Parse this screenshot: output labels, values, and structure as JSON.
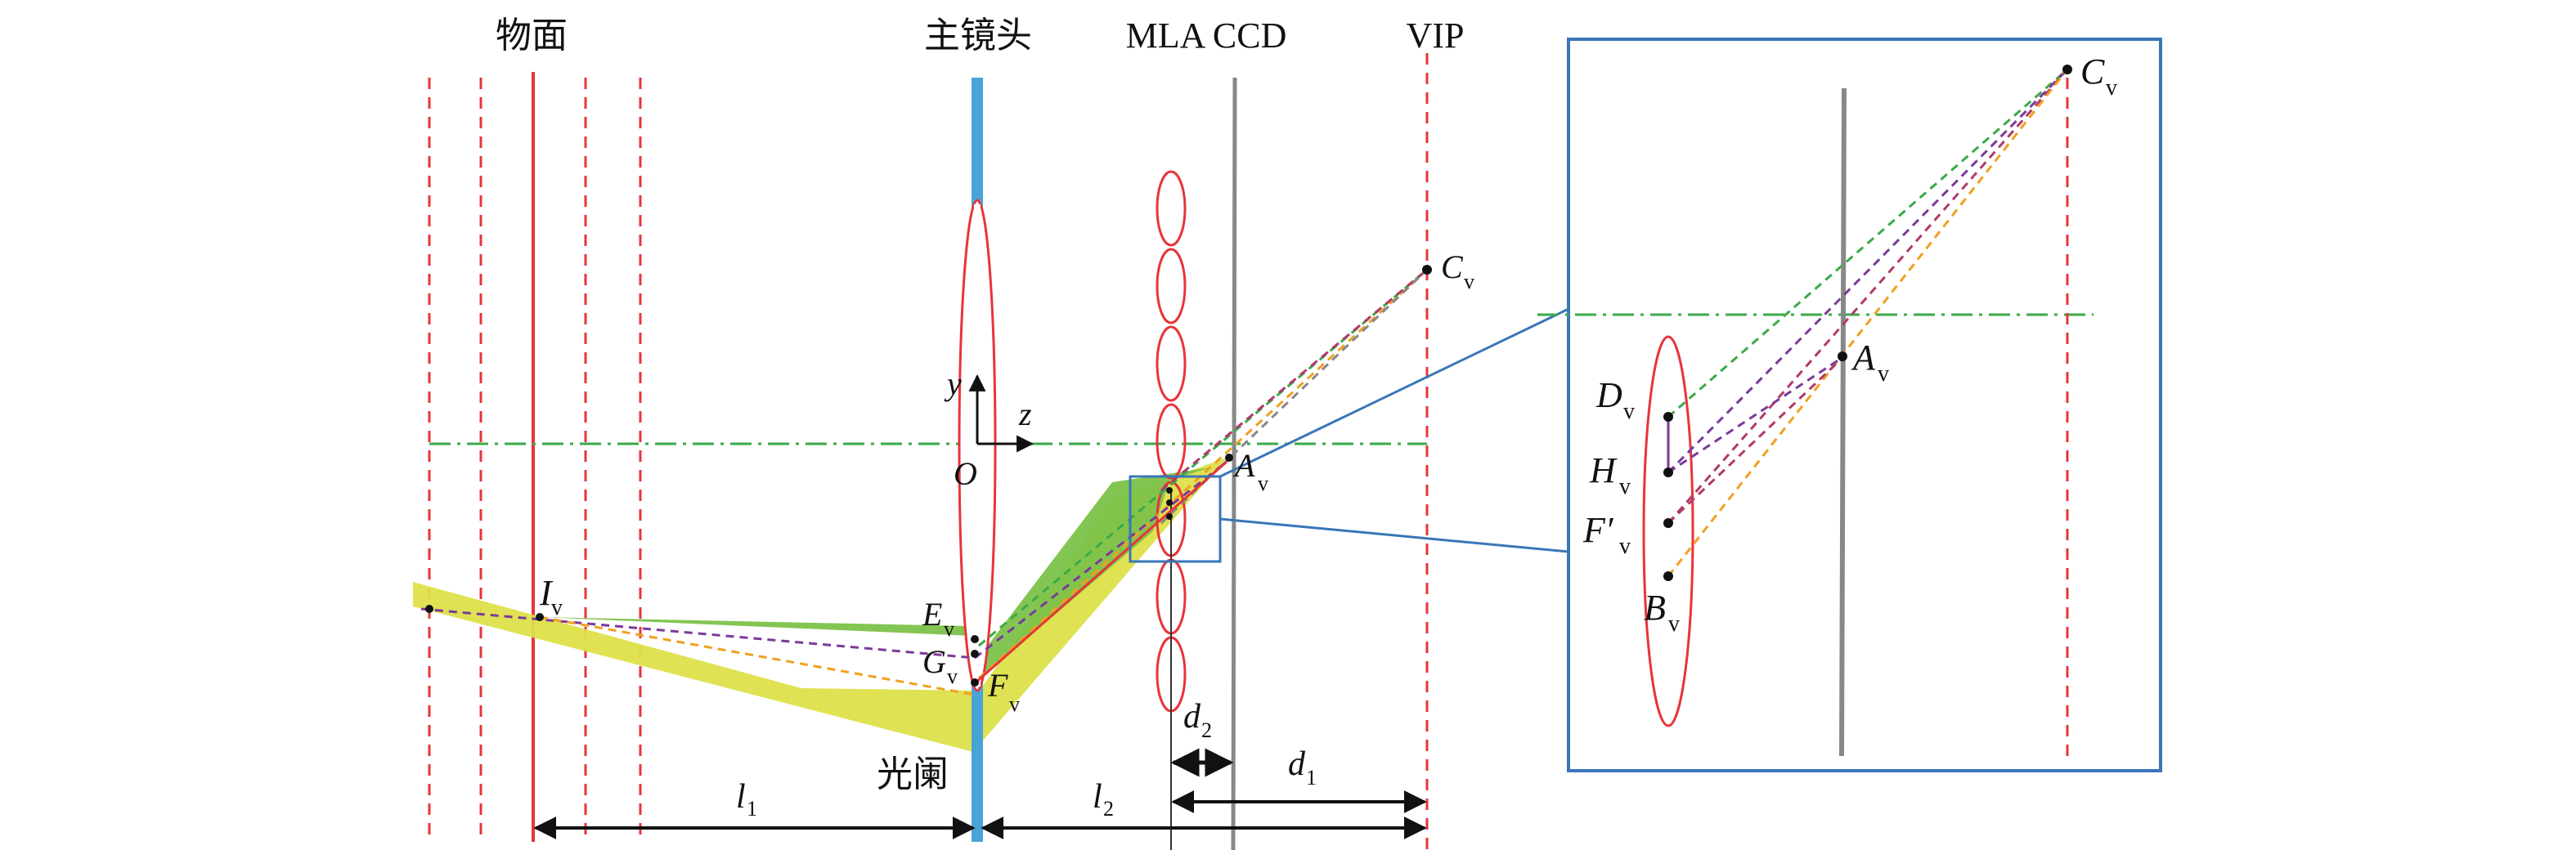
{
  "labels": {
    "object_plane": "物面",
    "main_lens": "主镜头",
    "mla_ccd": "MLA CCD",
    "vip": "VIP",
    "aperture": "光阑",
    "origin": "O",
    "axis_y": "y",
    "axis_z": "z",
    "l1": "l",
    "l1_sub": "1",
    "l2": "l",
    "l2_sub": "2",
    "d1": "d",
    "d1_sub": "1",
    "d2": "d",
    "d2_sub": "2"
  },
  "points": {
    "Iv": "I",
    "Iv_sub": "v",
    "Ev": "E",
    "Ev_sub": "v",
    "Gv": "G",
    "Gv_sub": "v",
    "Fv": "F",
    "Fv_sub": "v",
    "Av": "A",
    "Av_sub": "v",
    "Cv": "C",
    "Cv_sub": "v"
  },
  "inset": {
    "Cv": "C",
    "Cv_sub": "v",
    "Av": "A",
    "Av_sub": "v",
    "Dv": "D",
    "Dv_sub": "v",
    "Hv": "H",
    "Hv_sub": "v",
    "Fpv": "F′",
    "Fpv_sub": "v",
    "Bv": "B",
    "Bv_sub": "v"
  },
  "colors": {
    "red_dashed": "#e8343a",
    "lens_blue": "#4aa3d6",
    "axis_green": "#3aaa48",
    "frame_blue": "#3a76b8",
    "ccd_gray": "#888888",
    "cone_yellow": "#dde04a",
    "cone_green": "#7cc24a",
    "ray_purple": "#7a3a9a",
    "ray_orange": "#f0a020",
    "ray_green": "#3aaa48",
    "ray_magenta": "#b03a6a"
  }
}
